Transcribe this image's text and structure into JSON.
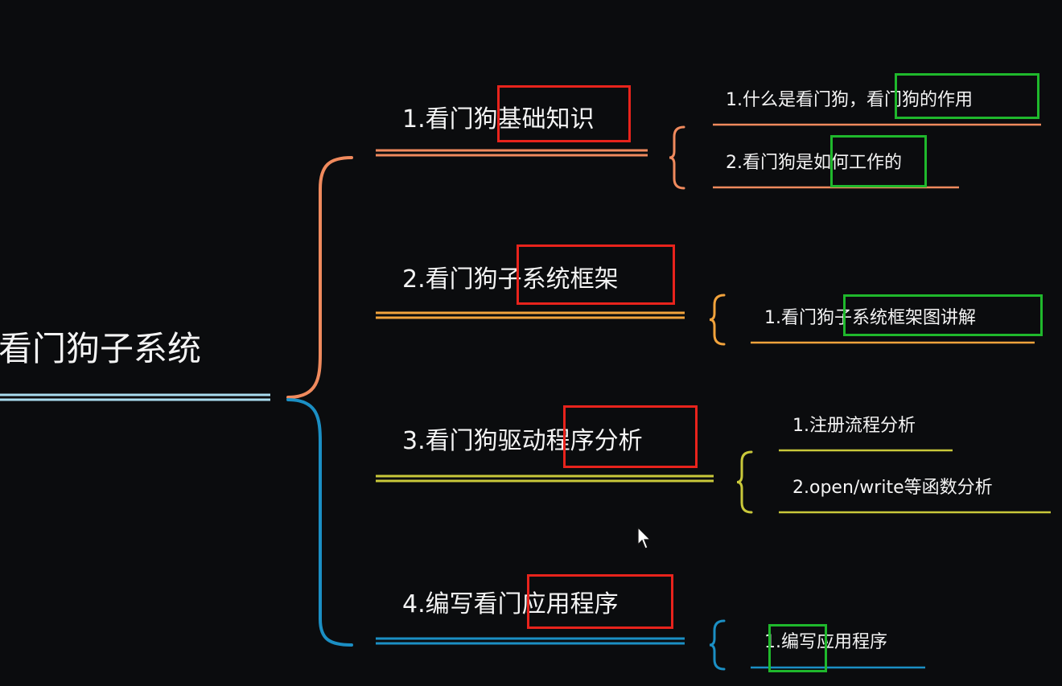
{
  "root": {
    "label": "看门狗子系统",
    "color": "#a9dcef"
  },
  "branches": [
    {
      "label": "1.看门狗基础知识",
      "color": "#f08a5d",
      "leaves": [
        {
          "label": "1.什么是看门狗，看门狗的作用"
        },
        {
          "label": "2.看门狗是如何工作的"
        }
      ]
    },
    {
      "label": "2.看门狗子系统框架",
      "color": "#f2a33c",
      "leaves": [
        {
          "label": "1.看门狗子系统框架图讲解"
        }
      ]
    },
    {
      "label": "3.看门狗驱动程序分析",
      "color": "#c9c83a",
      "leaves": [
        {
          "label": "1.注册流程分析"
        },
        {
          "label": "2.open/write等函数分析"
        }
      ]
    },
    {
      "label": "4.编写看门应用程序",
      "color": "#1b8fc4",
      "leaves": [
        {
          "label": "1.编写应用程序"
        }
      ]
    }
  ],
  "highlights": {
    "red": "#e8231c",
    "green": "#1fb82c"
  }
}
